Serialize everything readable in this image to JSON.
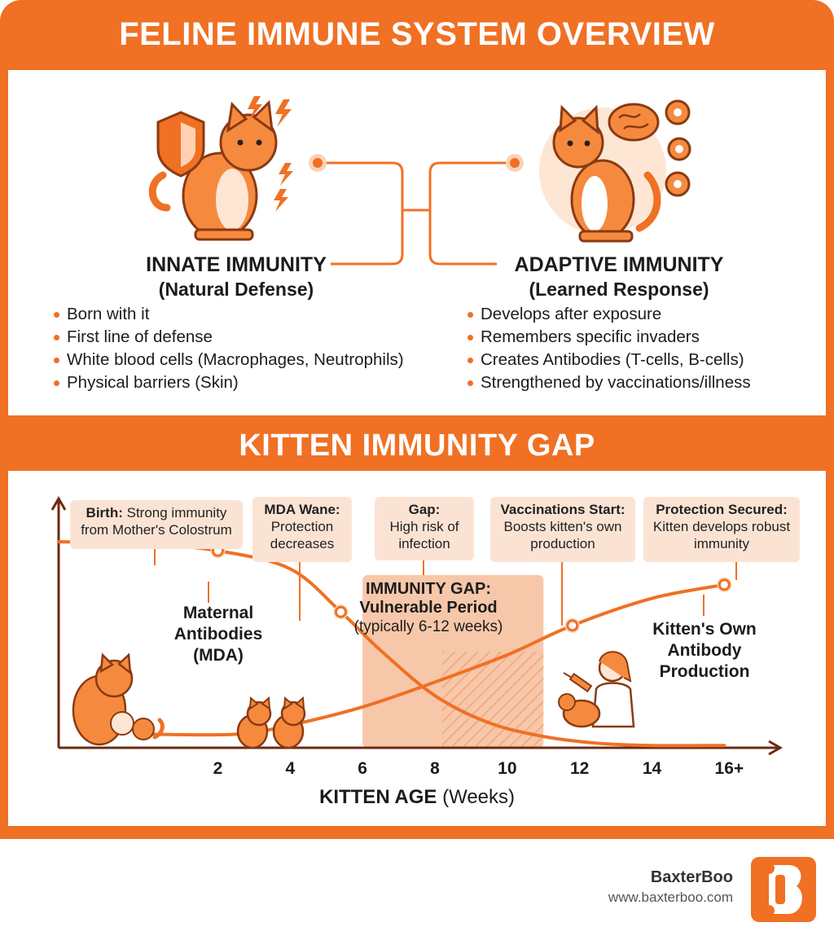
{
  "title": "FELINE IMMUNE SYSTEM OVERVIEW",
  "innate": {
    "title": "INNATE IMMUNITY",
    "subtitle": "(Natural Defense)",
    "points": [
      "Born with it",
      "First line of defense",
      "White blood cells (Macrophages, Neutrophils)",
      "Physical barriers (Skin)"
    ]
  },
  "adaptive": {
    "title": "ADAPTIVE IMMUNITY",
    "subtitle": "(Learned Response)",
    "points": [
      "Develops after exposure",
      "Remembers specific invaders",
      "Creates Antibodies (T-cells, B-cells)",
      "Strengthened by vaccinations/illness"
    ]
  },
  "gap_section": {
    "title": "KITTEN IMMUNITY GAP",
    "callouts": [
      {
        "head": "Birth:",
        "text": "Strong immunity from Mother's Colostrum"
      },
      {
        "head": "MDA Wane:",
        "text": "Protection decreases"
      },
      {
        "head": "Gap:",
        "text": "High risk of infection"
      },
      {
        "head": "Vaccinations Start:",
        "text": "Boosts kitten's own production"
      },
      {
        "head": "Protection Secured:",
        "text": "Kitten develops robust immunity"
      }
    ],
    "gap_box": {
      "title": "IMMUNITY GAP:",
      "line2": "Vulnerable Period",
      "line3": "(typically 6-12 weeks)"
    },
    "maternal_label": "Maternal Antibodies (MDA)",
    "kitten_label": "Kitten's Own Antibody Production"
  },
  "chart_data": {
    "type": "line",
    "xlabel_bold": "KITTEN AGE",
    "xlabel_rest": "(Weeks)",
    "xticks": [
      "2",
      "4",
      "6",
      "8",
      "10",
      "12",
      "14",
      "16+"
    ],
    "xlim": [
      -2.4,
      17.5
    ],
    "ylim": [
      0,
      1
    ],
    "shaded_range": [
      6,
      11
    ],
    "series": [
      {
        "name": "Maternal Antibodies (MDA)",
        "x": [
          -2.4,
          0,
          2,
          4,
          5.4,
          6.5,
          8,
          9.5,
          11,
          12.5,
          14,
          16
        ],
        "y": [
          0.91,
          0.9,
          0.87,
          0.79,
          0.6,
          0.43,
          0.23,
          0.11,
          0.05,
          0.02,
          0.01,
          0.01
        ]
      },
      {
        "name": "Kitten's Own Antibody Production",
        "x": [
          0,
          2.5,
          4,
          6,
          8,
          10,
          11.8,
          14,
          16
        ],
        "y": [
          0.06,
          0.06,
          0.1,
          0.18,
          0.29,
          0.41,
          0.54,
          0.66,
          0.72
        ]
      }
    ],
    "markers": [
      {
        "x": 2,
        "y": 0.87
      },
      {
        "x": 5.4,
        "y": 0.6
      },
      {
        "x": 11.8,
        "y": 0.54
      },
      {
        "x": 16,
        "y": 0.72
      }
    ]
  },
  "brand": {
    "name": "BaxterBoo",
    "url": "www.baxterboo.com"
  },
  "colors": {
    "accent": "#f07024",
    "light": "#fbe3d3",
    "shade": "#f7c7a9"
  }
}
